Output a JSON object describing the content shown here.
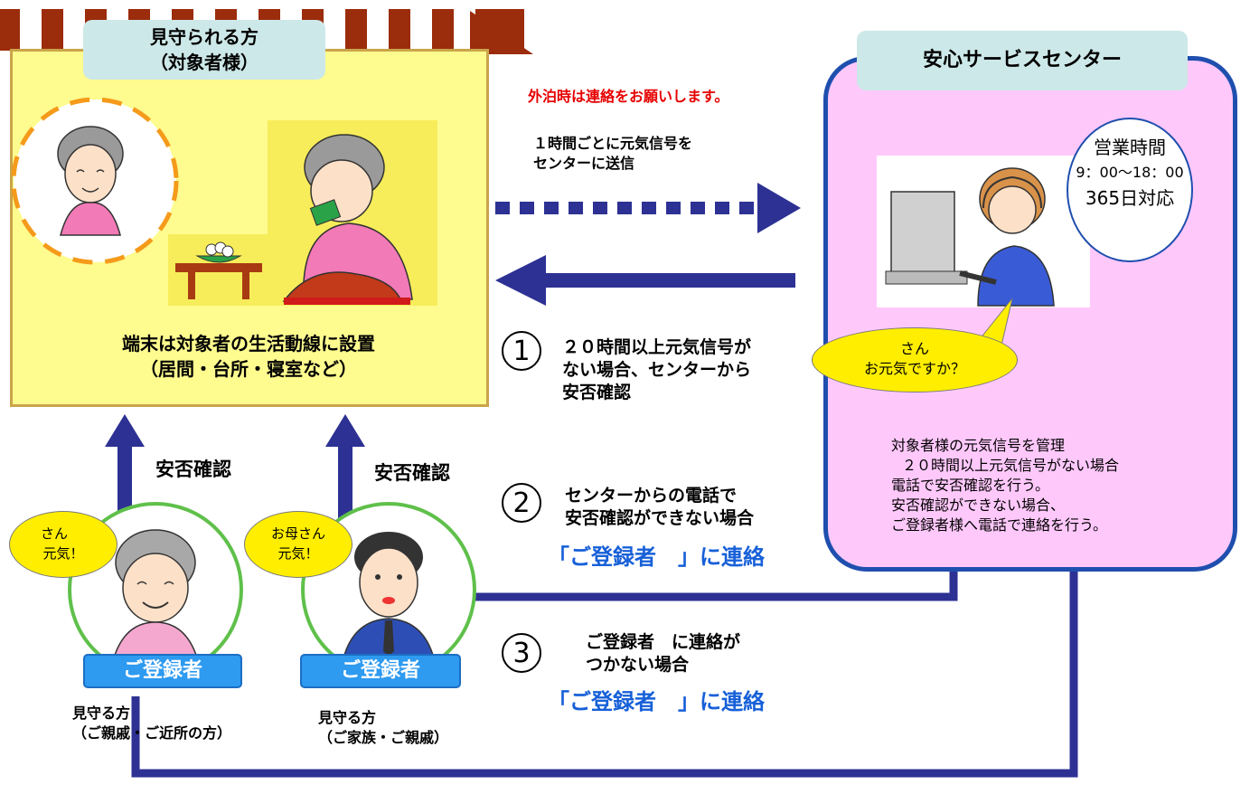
{
  "colors": {
    "house_fill": "#fefb8f",
    "center_fill": "#ffc8fb",
    "connector_blue": "#2d3193",
    "tag_fill": "#cde8e8",
    "roof_brown": "#9b2c0c",
    "pill_blue": "#2e9af0",
    "bubble_yellow": "#ffee00",
    "accent_blue_text": "#1760d8",
    "red_note": "#e60000"
  },
  "icons": [
    "roof-stripes",
    "elderly-woman-portrait",
    "elderly-woman-eating",
    "operator-at-computer",
    "clock-circle",
    "grandmother-portrait",
    "son-portrait",
    "arrow-up",
    "arrow-left",
    "dotted-arrow-right"
  ],
  "subject": {
    "title_line1": "見守られる方",
    "title_line2": "（対象者様）",
    "device_line1": "端末は対象者の生活動線に設置",
    "device_line2": "（居間・台所・寝室など）"
  },
  "center": {
    "title": "安心サービスセンター",
    "hours_title": "営業時間",
    "hours_time": "9：00～18：00",
    "hours_days": "365日対応",
    "speech_line1": "さん",
    "speech_line2": "お元気ですか？",
    "desc_line1": "対象者様の元気信号を管理",
    "desc_line2": "２０時間以上元気信号がない場合",
    "desc_line3": "電話で安否確認を行う。",
    "desc_line4": "安否確認ができない場合、",
    "desc_line5": "ご登録者様へ電話で連絡を行う。"
  },
  "flow": {
    "overnight_note": "外泊時は連絡をお願いします。",
    "signal_line1": "１時間ごとに元気信号を",
    "signal_line2": "センターに送信"
  },
  "steps": [
    {
      "num": "1",
      "line1": "２０時間以上元気信号が",
      "line2": "ない場合、センターから",
      "line3": "安否確認"
    },
    {
      "num": "2",
      "line1": "センターからの電話で",
      "line2": "安否確認ができない場合",
      "line3": "「ご登録者　」に連絡"
    },
    {
      "num": "3",
      "line1": "ご登録者　に連絡が",
      "line2": "つかない場合",
      "line3": "「ご登録者　」に連絡"
    }
  ],
  "registrants": [
    {
      "bubble_line1": "さん",
      "bubble_line2": "元気！",
      "check_label": "安否確認",
      "pill": "ご登録者",
      "role_line1": "見守る方",
      "role_line2": "（ご親戚・ご近所の方）"
    },
    {
      "bubble_line1": "お母さん",
      "bubble_line2": "元気！",
      "check_label": "安否確認",
      "pill": "ご登録者",
      "role_line1": "見守る方",
      "role_line2": "（ご家族・ご親戚）"
    }
  ]
}
